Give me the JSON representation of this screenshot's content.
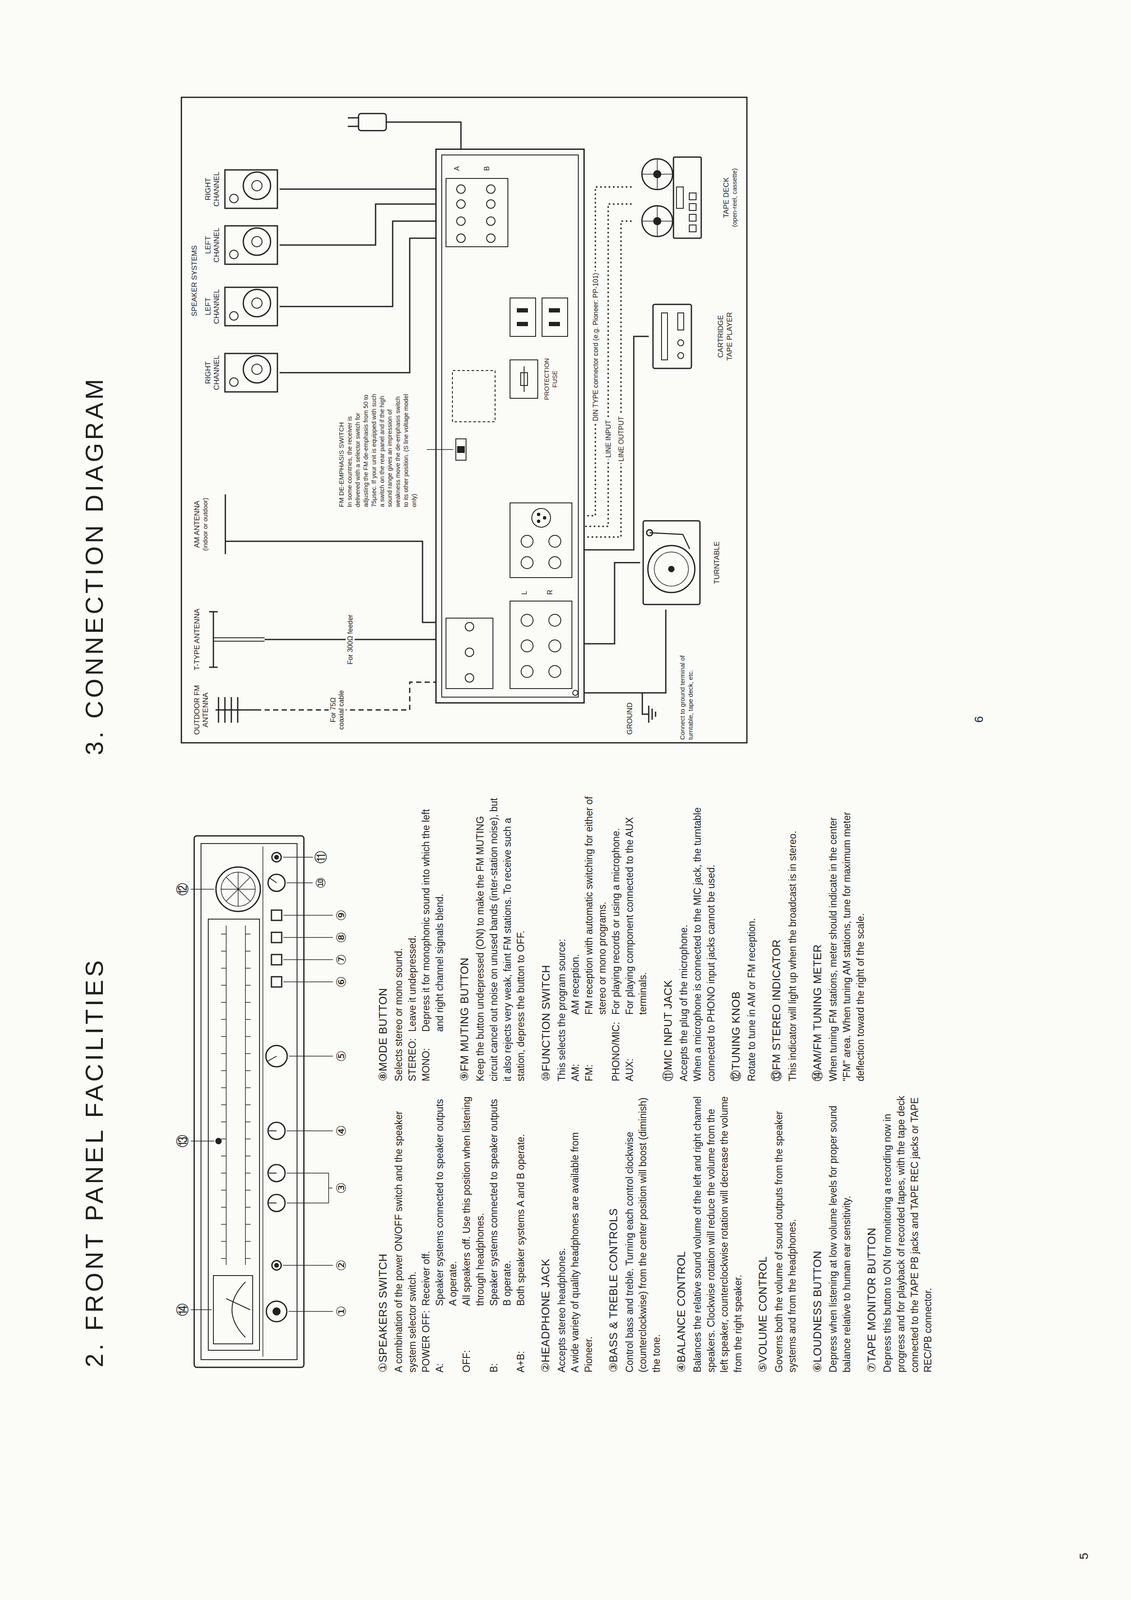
{
  "diagram": {
    "title": "3. CONNECTION DIAGRAM",
    "nodes": [
      {
        "text": [
          "OUTDOOR FM ANTENNA"
        ]
      },
      {
        "text": [
          "T-TYPE ANTENNA"
        ]
      },
      {
        "text": [
          "AM ANTENNA",
          "(indoor or outdoor)"
        ]
      },
      {
        "text": [
          "RIGHT CHANNEL"
        ]
      },
      {
        "text": [
          "LEFT CHANNEL"
        ]
      },
      {
        "text": [
          "LEFT CHANNEL"
        ]
      },
      {
        "text": [
          "RIGHT CHANNEL"
        ]
      },
      {
        "text": [
          "A",
          "B",
          "L",
          "R"
        ]
      },
      {
        "text": [
          "TURNTABLE"
        ]
      },
      {
        "text": [
          "CARTRIDGE TAPE PLAYER"
        ]
      },
      {
        "text": [
          "TAPE DECK",
          "(open-reel, cassette)"
        ]
      }
    ],
    "edges": [
      {
        "from": 0,
        "to": 7,
        "arrow": "none",
        "label": "For 75Ω coaxial cable"
      },
      {
        "from": 1,
        "to": 7,
        "arrow": "none",
        "label": "For 300Ω feeder"
      },
      {
        "from": 2,
        "to": 7,
        "arrow": "none"
      },
      {
        "from": 3,
        "to": 7,
        "arrow": "none"
      },
      {
        "from": 4,
        "to": 7,
        "arrow": "none"
      },
      {
        "from": 5,
        "to": 7,
        "arrow": "none"
      },
      {
        "from": 6,
        "to": 7,
        "arrow": "none"
      },
      {
        "from": 8,
        "to": 7,
        "arrow": "none"
      },
      {
        "from": 8,
        "to": 7,
        "arrow": "none"
      },
      {
        "from": 9,
        "to": 7,
        "arrow": "none"
      },
      {
        "from": 10,
        "to": 7,
        "arrow": "none",
        "label": "LINE OUTPUT"
      },
      {
        "from": 10,
        "to": 7,
        "arrow": "none",
        "label": "LINE INPUT"
      },
      {
        "from": 10,
        "to": 7,
        "arrow": "none",
        "label": "DIN TYPE connector cord (e.g. Pioneer: PP-101)"
      }
    ],
    "labels": [
      "2. FRONT PANEL FACILITIES",
      "①",
      "②",
      "③",
      "④",
      "⑤",
      "⑥",
      "⑦",
      "⑧",
      "⑨",
      "⑩",
      "⑪",
      "⑫",
      "⑬",
      "⑭",
      "①SPEAKERS SWITCH",
      "A combination of the power ON/OFF switch and the speaker system selector switch.",
      "POWER OFF:",
      "Receiver off.",
      "A:",
      "Speaker systems connected to speaker outputs A operate.",
      "OFF:",
      "All speakers off. Use this position when listening through headphones.",
      "B:",
      "Speaker systems connected to speaker outputs B operate.",
      "A+B:",
      "Both speaker systems A and B operate.",
      "②HEADPHONE JACK",
      "Accepts stereo headphones.",
      "A wide variety of quality headphones are available from Pioneer.",
      "③BASS & TREBLE CONTROLS",
      "Control bass and treble. Turning each control clockwise (counterclockwise) from the center position will boost (diminish) the tone.",
      "④BALANCE CONTROL",
      "Balances the relative sound volume of the left and right channel speakers. Clockwise rotation will reduce the volume from the left speaker, counterclockwise rotation will decrease the volume from the right speaker.",
      "⑤VOLUME CONTROL",
      "Governs both the volume of sound outputs from the speaker systems and from the headphones.",
      "⑥LOUDNESS BUTTON",
      "Depress when listening at low volume levels for proper sound balance relative to human ear sensitivity.",
      "⑦TAPE MONITOR BUTTON",
      "Depress this button to ON for monitoring a recording now in progress and for playback of recorded tapes, with the tape deck connected to the TAPE PB jacks and TAPE REC jacks or TAPE REC/PB connector.",
      "⑧MODE BUTTON",
      "Selects stereo or mono sound.",
      "STEREO:",
      "Leave it undepressed.",
      "MONO:",
      "Depress it for monophonic sound into which the left and right channel signals blend.",
      "⑨FM MUTING BUTTON",
      "Keep the button undepressed (ON) to make the FM MUTING circuit cancel out noise on unused bands (inter-station noise), but it also rejects very weak, faint FM stations. To receive such a station, depress the button to OFF.",
      "⑩FUNCTION SWITCH",
      "This selects the program source:",
      "AM:",
      "AM reception.",
      "FM:",
      "FM reception with automatic switching for either of stereo or mono programs.",
      "PHONO/MIC:",
      "For playing records or using a microphone.",
      "AUX:",
      "For playing component connected to the AUX terminals.",
      "⑪MIC INPUT JACK",
      "Accepts the plug of the microphone.",
      "When a microphone is connected to the MIC jack, the turntable connected to PHONO input jacks cannot be used.",
      "⑫TUNING KNOB",
      "Rotate to tune in AM or FM reception.",
      "⑬FM STEREO INDICATOR",
      "This indicator will light up when the broadcast is in stereo.",
      "⑭AM/FM TUNING METER",
      "When tuning FM stations, meter should indicate in the center \"FM\" area. When tuning AM stations, tune for maximum meter deflection toward the right of the scale.",
      "SPEAKER SYSTEMS",
      "FM DE-EMPHASIS SWITCH",
      "In some countries, the receiver is delivered with a selector switch for adjusting the FM de-emphasis from 50 to 75μsec. If your unit is equipped with such a switch on the rear panel and if the high sound range gives an impression of weakness move the de-emphasis switch to its other position. (S line voltage model only)",
      "PROTECTION FUSE",
      "GROUND",
      "Connect to ground terminal of turntable, tape deck, etc.",
      "5",
      "6"
    ]
  }
}
